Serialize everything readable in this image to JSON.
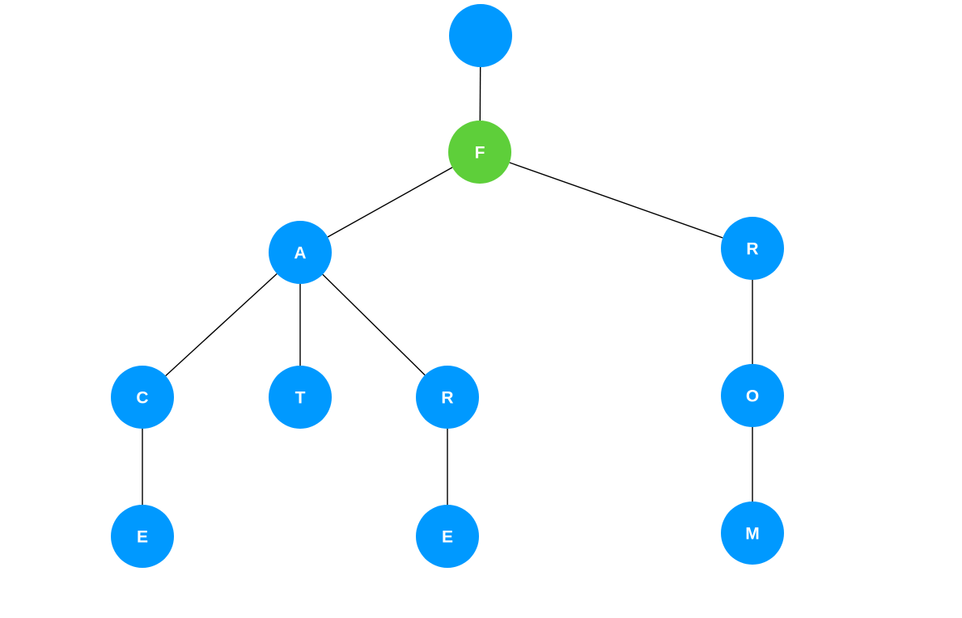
{
  "colors": {
    "node": "#0099ff",
    "highlight": "#5ecf3a",
    "edge": "#000000",
    "background": "#ffffff"
  },
  "tree": {
    "nodes": [
      {
        "id": "root",
        "label": "",
        "highlighted": false
      },
      {
        "id": "f",
        "label": "F",
        "highlighted": true
      },
      {
        "id": "a",
        "label": "A",
        "highlighted": false
      },
      {
        "id": "r1",
        "label": "R",
        "highlighted": false
      },
      {
        "id": "c",
        "label": "C",
        "highlighted": false
      },
      {
        "id": "t",
        "label": "T",
        "highlighted": false
      },
      {
        "id": "r2",
        "label": "R",
        "highlighted": false
      },
      {
        "id": "o",
        "label": "O",
        "highlighted": false
      },
      {
        "id": "e1",
        "label": "E",
        "highlighted": false
      },
      {
        "id": "e2",
        "label": "E",
        "highlighted": false
      },
      {
        "id": "m",
        "label": "M",
        "highlighted": false
      }
    ],
    "edges": [
      [
        "root",
        "f"
      ],
      [
        "f",
        "a"
      ],
      [
        "f",
        "r1"
      ],
      [
        "a",
        "c"
      ],
      [
        "a",
        "t"
      ],
      [
        "a",
        "r2"
      ],
      [
        "r1",
        "o"
      ],
      [
        "c",
        "e1"
      ],
      [
        "r2",
        "e2"
      ],
      [
        "o",
        "m"
      ]
    ]
  }
}
